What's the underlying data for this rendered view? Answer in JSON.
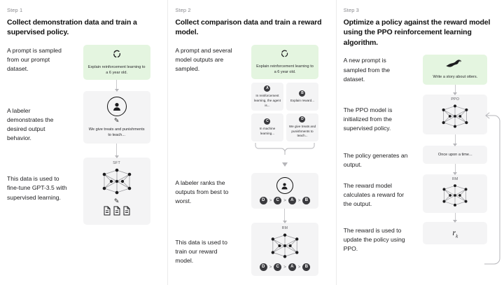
{
  "diagram": {
    "title": "Reinforcement Learning from Human Feedback — three step training diagram",
    "colors": {
      "prompt_card_bg": "#e4f5e0",
      "card_bg": "#f4f4f5",
      "divider": "#ececec",
      "arrow": "#c9c9cc",
      "badge_bg": "#3a3a3e",
      "text": "#1d1d1f",
      "kicker_text": "#8a8a8e"
    },
    "steps": [
      {
        "kicker": "Step 1",
        "title": "Collect demonstration data and train a supervised policy.",
        "rows": [
          {
            "caption": "A prompt is sampled from our prompt dataset.",
            "card": {
              "kind": "prompt",
              "icon": "recycle-icon",
              "text": "Explain reinforcement learning to a 6 year old."
            }
          },
          {
            "caption": "A labeler demonstrates the desired output behavior.",
            "card": {
              "kind": "labeler",
              "icon": "person-icon",
              "pencil": "✎",
              "text": "We give treats and punishments to teach..."
            }
          },
          {
            "caption": "This data is used to fine-tune GPT-3.5 with supervised learning.",
            "card": {
              "kind": "model",
              "label": "SFT",
              "icon": "neural-network-icon",
              "pencil": "✎",
              "docs": 3
            }
          }
        ]
      },
      {
        "kicker": "Step 2",
        "title": "Collect comparison data and train a reward model.",
        "rows": [
          {
            "caption": "A prompt and several model outputs are sampled.",
            "card": {
              "kind": "prompt",
              "icon": "recycle-icon",
              "text": "Explain reinforcement learning to a 6 year old."
            },
            "outputs": [
              {
                "badge": "A",
                "text": "In reinforcement learning, the agent is..."
              },
              {
                "badge": "B",
                "text": "Explain reward..."
              },
              {
                "badge": "C",
                "text": "In machine learning..."
              },
              {
                "badge": "D",
                "text": "We give treats and punishments to teach..."
              }
            ]
          },
          {
            "caption": "A labeler ranks the outputs from best to worst.",
            "card": {
              "kind": "labeler-rank",
              "icon": "person-icon",
              "ranking": [
                "D",
                "C",
                "A",
                "B"
              ],
              "separator": ">"
            }
          },
          {
            "caption": "This data is used to train our reward model.",
            "card": {
              "kind": "model",
              "label": "RM",
              "icon": "neural-network-icon",
              "ranking": [
                "D",
                "C",
                "A",
                "B"
              ],
              "separator": ">"
            }
          }
        ]
      },
      {
        "kicker": "Step 3",
        "title": "Optimize a policy against the reward model using the PPO reinforcement learning algorithm.",
        "rows": [
          {
            "caption": "A new prompt is sampled from the dataset.",
            "card": {
              "kind": "prompt",
              "icon": "otter-icon",
              "text": "Write a story about otters."
            }
          },
          {
            "caption": "The PPO model is initialized from the supervised policy.",
            "card": {
              "kind": "model",
              "label": "PPO",
              "icon": "neural-network-icon"
            }
          },
          {
            "caption": "The policy generates an output.",
            "card": {
              "kind": "output",
              "text": "Once upon a time..."
            }
          },
          {
            "caption": "The reward model calculates a reward for the output.",
            "card": {
              "kind": "model",
              "label": "RM",
              "icon": "neural-network-icon"
            }
          },
          {
            "caption": "The reward is used to update the policy using PPO.",
            "card": {
              "kind": "reward",
              "symbol": "r",
              "subscript": "k"
            }
          }
        ],
        "feedback_loop": true
      }
    ]
  }
}
